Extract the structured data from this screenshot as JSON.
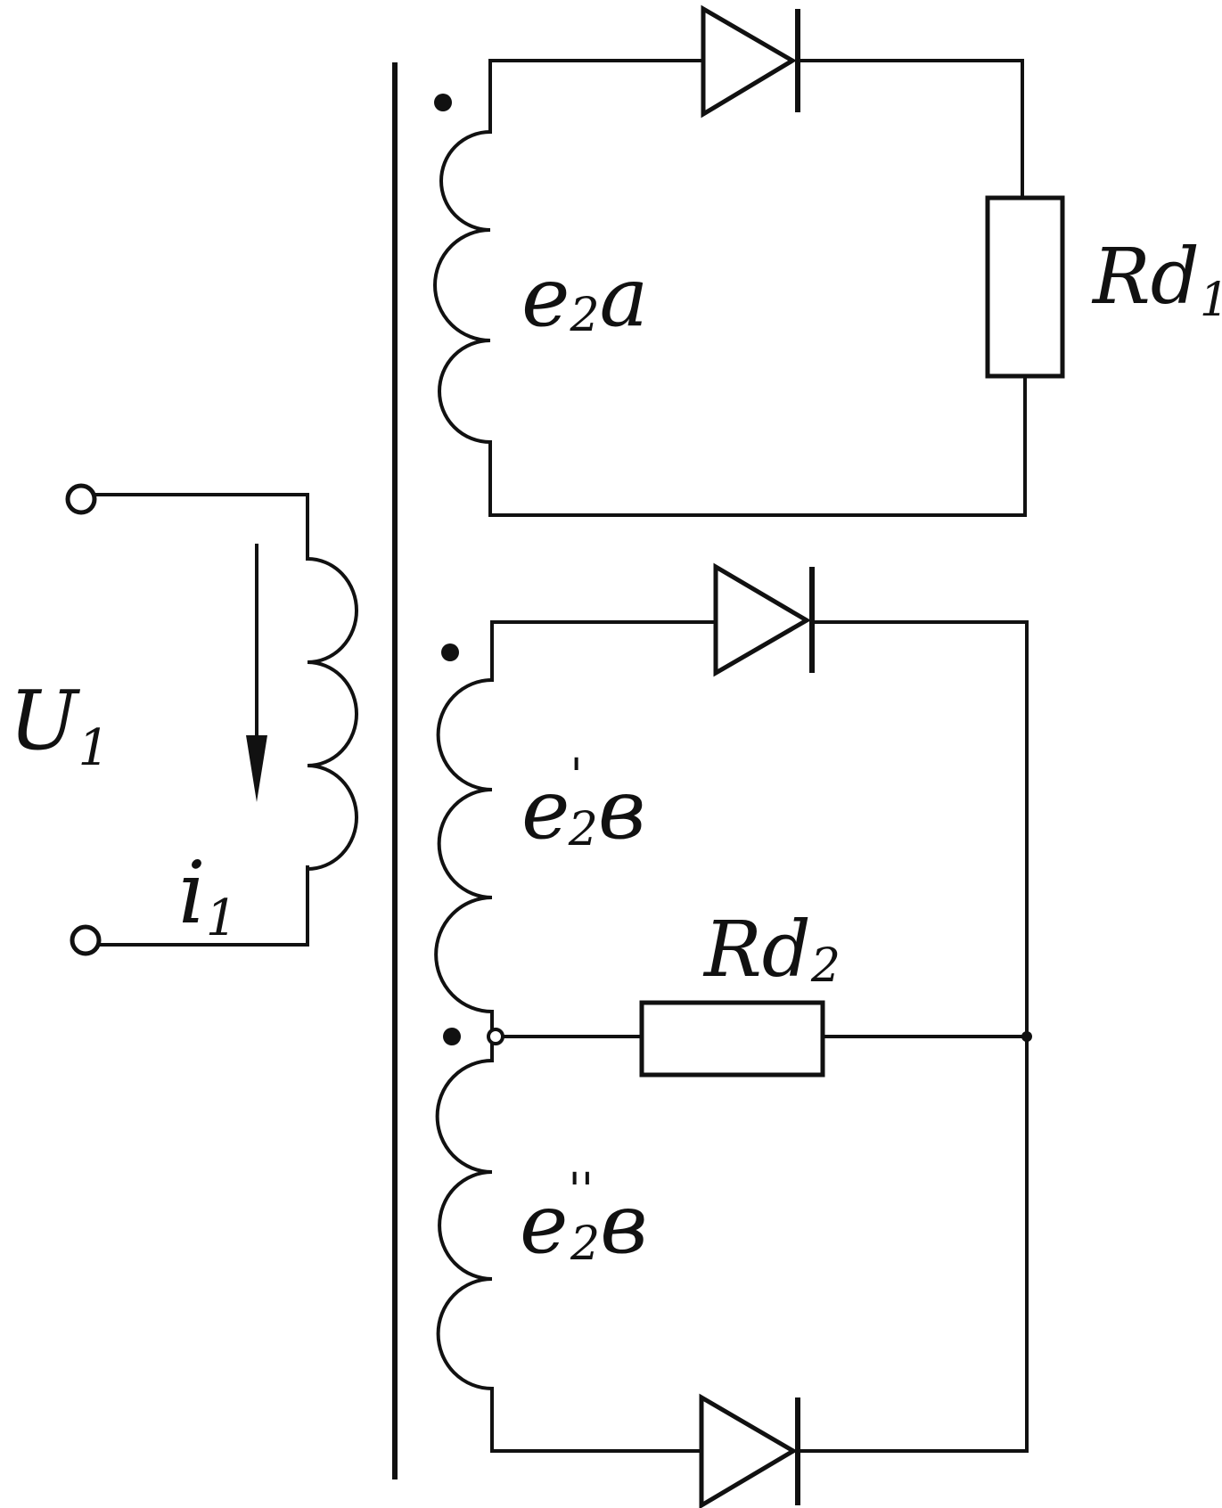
{
  "diagram": {
    "labels": {
      "u1": {
        "main": "U",
        "sub": "1"
      },
      "i1": {
        "main": "i",
        "sub": "1"
      },
      "e2a": {
        "main": "e",
        "sub": "2",
        "tail": "a"
      },
      "e2b_prime": {
        "main": "e",
        "sup": "'",
        "sub": "2",
        "tail": "в"
      },
      "e2b_double_prime": {
        "main": "e",
        "sup": "''",
        "sub": "2",
        "tail": "в"
      },
      "rd1": {
        "main": "Rd",
        "sub": "1"
      },
      "rd2": {
        "main": "Rd",
        "sub": "2"
      }
    },
    "colors": {
      "ink": "#111111",
      "paper": "#ffffff"
    }
  }
}
